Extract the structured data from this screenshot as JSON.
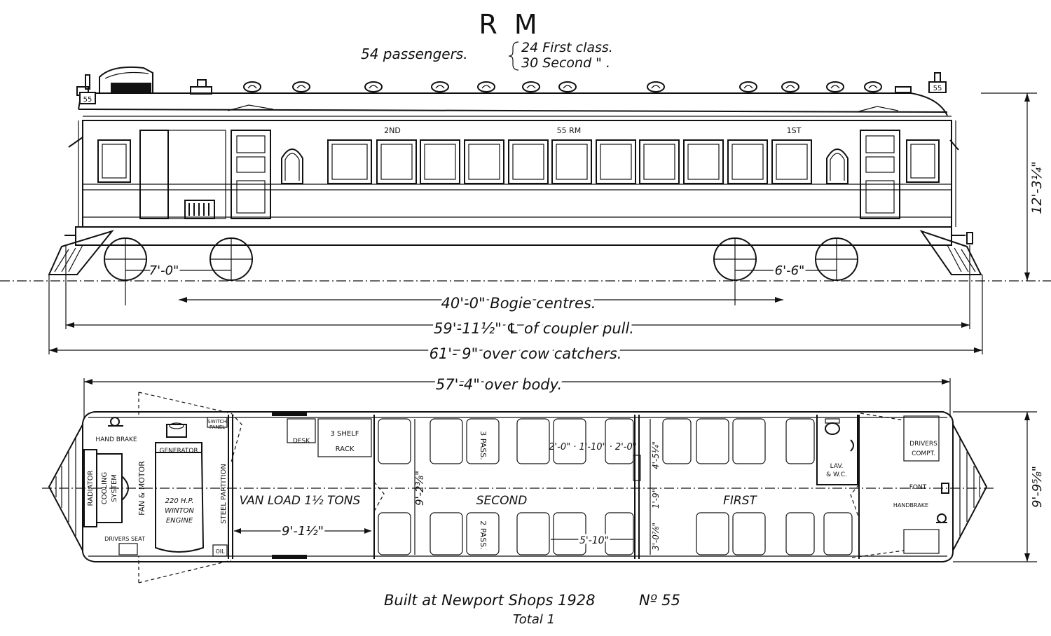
{
  "title": "R M",
  "capacity": {
    "total": "54 passengers.",
    "first": "24 First class.",
    "second": "30 Second   \"   ."
  },
  "elevation": {
    "car_number_plate": "55",
    "car_label": "55 RM",
    "class_2nd": "2ND",
    "class_1st": "1ST",
    "height": "12'-3¼\"",
    "wheelbase_left": "7'-0\"",
    "wheelbase_right": "6'-6\"",
    "bogie_centres": "40'-0\" Bogie centres.",
    "coupler_pull": "59'-11½\" ℄ of coupler pull.",
    "cow_catchers": "61'- 9\" over cow catchers."
  },
  "plan": {
    "over_body": "57'-4\" over body.",
    "width": "9'-9⅝\"",
    "hand_brake_left": "HAND BRAKE",
    "radiator": "RADIATOR",
    "cooling_system": [
      "COOLING",
      "SYSTEM"
    ],
    "fan_motor": "FAN & MOTOR",
    "generator": "GENERATOR",
    "engine": [
      "220 H.P.",
      "WINTON",
      "ENGINE"
    ],
    "drivers_seat": "DRIVERS SEAT",
    "switch_panel": [
      "SWITCH",
      "PANEL"
    ],
    "steel_partition": "STEEL PARTITION",
    "oil": "OIL",
    "desk": "DESK",
    "shelf_rack": [
      "3 SHELF",
      "RACK"
    ],
    "van_load": "VAN LOAD 1½ TONS",
    "van_length": "9'-1½\"",
    "second": "SECOND",
    "first": "FIRST",
    "seat_width": "9'-2⅜\"",
    "pass_3": "3 PASS.",
    "pass_2": "2 PASS.",
    "seat_spacing": "2'-0\" · 1'-10\" · 2'-0\"",
    "seat_pitch": "5'-10\"",
    "aisle_a": "4'-5¼\"",
    "aisle_b": "1'-9\"",
    "aisle_c": "3'-0⅞\"",
    "lav": [
      "LAV.",
      "& W.C."
    ],
    "drivers_compt": [
      "DRIVERS",
      "COMPT."
    ],
    "font": "FONT",
    "hand_brake_right": "HANDBRAKE"
  },
  "footer": {
    "built": "Built at Newport Shops 1928",
    "number": "Nº 55",
    "total": "Total   1"
  }
}
